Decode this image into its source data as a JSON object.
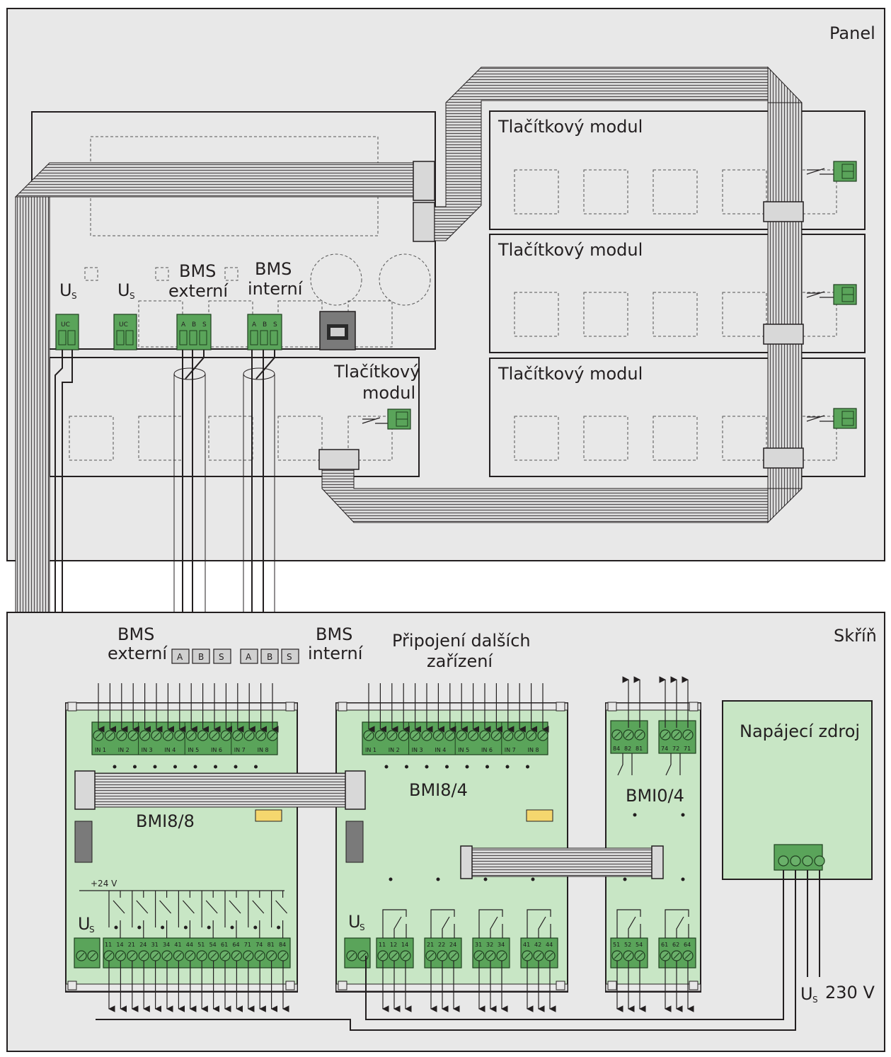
{
  "labels": {
    "panel_title": "Panel",
    "cabinet_title": "Skříň",
    "button_module": "Tlačítkový modul",
    "button_module_line1": "Tlačítkový",
    "button_module_line2": "modul",
    "us": "U",
    "us_sub": "S",
    "uc": "UC",
    "bms_ext_1": "BMS",
    "bms_ext_2": "externí",
    "bms_int_1": "BMS",
    "bms_int_2": "interní",
    "pin_a": "A",
    "pin_b": "B",
    "pin_s": "S",
    "other_devices_1": "Připojení dalších",
    "other_devices_2": "zařízení",
    "bmi88": "BMI8/8",
    "bmi84": "BMI8/4",
    "bmi04": "BMI0/4",
    "psu": "Napájecí zdroj",
    "v24": "+24 V",
    "v230": "230 V",
    "plus": "+",
    "minus": "-"
  },
  "inputs": [
    "IN 1",
    "IN 2",
    "IN 3",
    "IN 4",
    "IN 5",
    "IN 6",
    "IN 7",
    "IN 8"
  ],
  "bmi88_outputs": [
    "11",
    "14",
    "21",
    "24",
    "31",
    "34",
    "41",
    "44",
    "51",
    "54",
    "61",
    "64",
    "71",
    "74",
    "81",
    "84"
  ],
  "bmi84_relays": [
    [
      "11",
      "12",
      "14"
    ],
    [
      "21",
      "22",
      "24"
    ],
    [
      "31",
      "32",
      "34"
    ],
    [
      "41",
      "42",
      "44"
    ]
  ],
  "bmi04_top": [
    [
      "84",
      "82",
      "81"
    ],
    [
      "74",
      "72",
      "71"
    ]
  ],
  "bmi04_bottom": [
    [
      "51",
      "52",
      "54"
    ],
    [
      "61",
      "62",
      "64"
    ]
  ],
  "colors": {
    "frame_fill": "#e8e8e8",
    "module_green": "#c8e6c5",
    "terminal_green": "#5aa45a",
    "line": "#231f20"
  }
}
